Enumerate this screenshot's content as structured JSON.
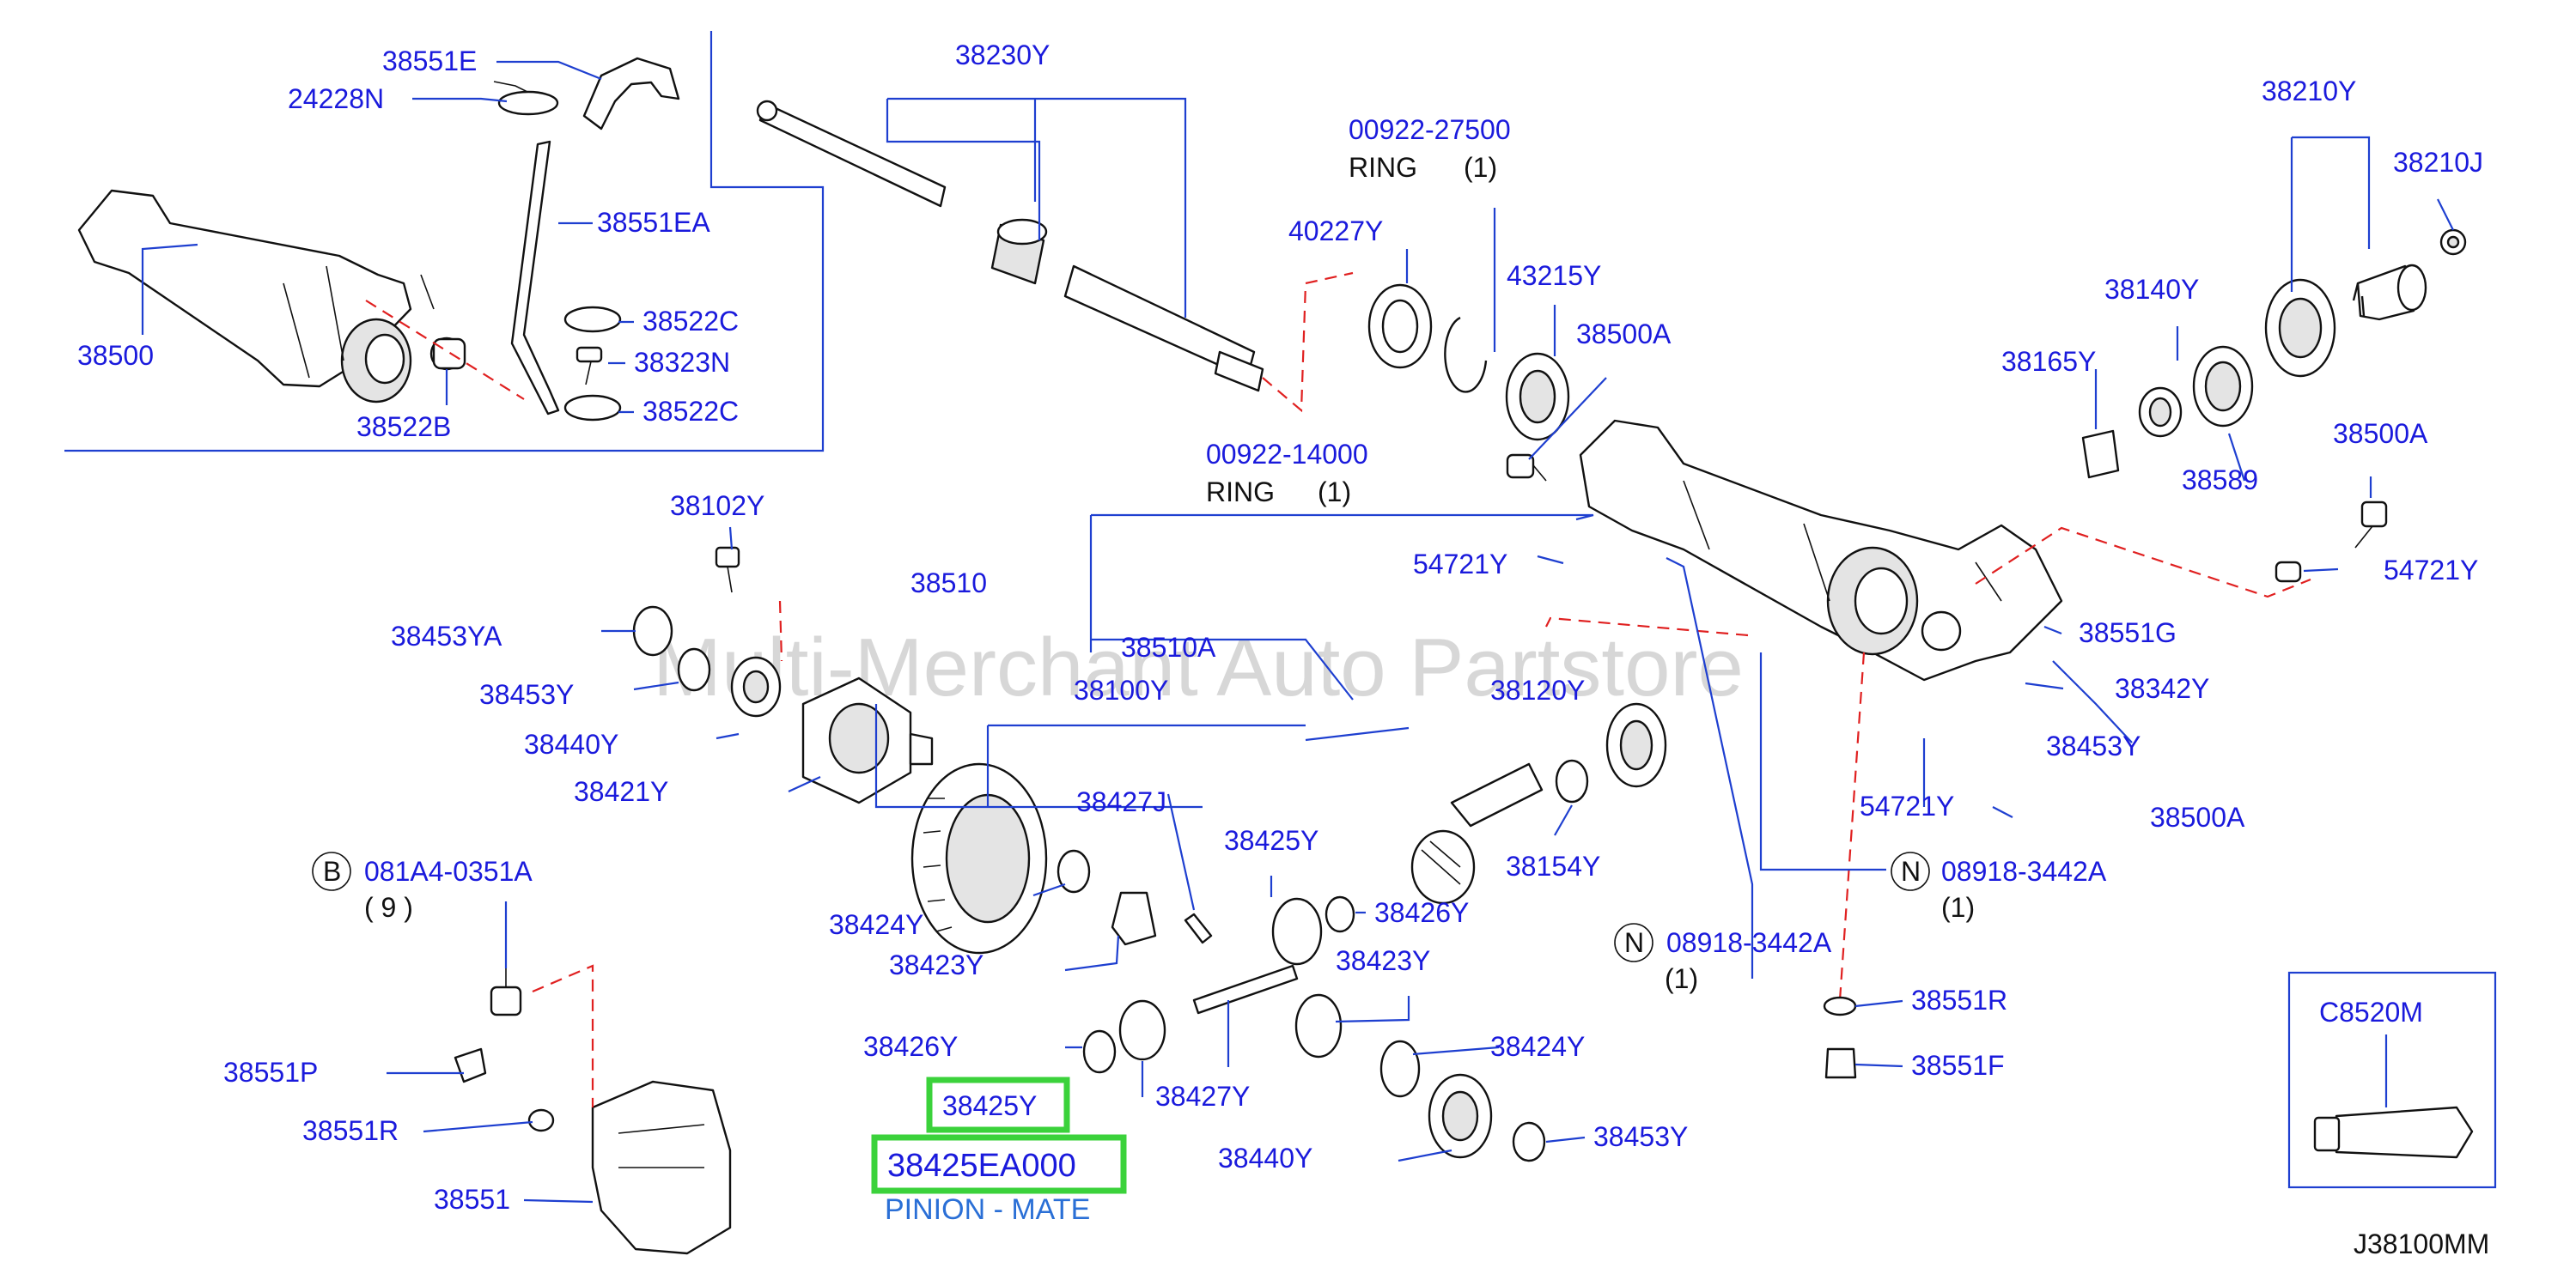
{
  "watermark": "Multi-Merchant Auto Partstore",
  "diagram_code": "J38100MM",
  "highlight": {
    "ref": "38425Y",
    "part_number": "38425EA000",
    "description": "PINION - MATE",
    "color": "#3bd23b"
  },
  "ring_notes": [
    {
      "part": "00922-27500",
      "text": "RING",
      "qty": "(1)"
    },
    {
      "part": "00922-14000",
      "text": "RING",
      "qty": "(1)"
    }
  ],
  "symbol_callouts": [
    {
      "symbol": "B",
      "part": "081A4-0351A",
      "qty": "( 9 )"
    },
    {
      "symbol": "N",
      "part": "08918-3442A",
      "qty": "(1)"
    },
    {
      "symbol": "N",
      "part": "08918-3442A",
      "qty": "(1)"
    }
  ],
  "callouts": [
    "38551E",
    "24228N",
    "38551EA",
    "38500",
    "38522C",
    "38323N",
    "38522C",
    "38522B",
    "38230Y",
    "40227Y",
    "43215Y",
    "38500A",
    "38210Y",
    "38210J",
    "38140Y",
    "38165Y",
    "38589",
    "38500A",
    "54721Y",
    "38102Y",
    "38510",
    "54721Y",
    "38453YA",
    "38510A",
    "38453Y",
    "38100Y",
    "38120Y",
    "38440Y",
    "38421Y",
    "38551G",
    "38342Y",
    "38453Y",
    "54721Y",
    "38500A",
    "38427J",
    "38425Y",
    "38154Y",
    "38426Y",
    "38424Y",
    "38423Y",
    "38423Y",
    "38426Y",
    "38424Y",
    "38427Y",
    "38440Y",
    "38453Y",
    "38551R",
    "38551F",
    "C8520M",
    "38551P",
    "38551R",
    "38551"
  ],
  "colors": {
    "label": "#1a1adc",
    "leader": "#1e3fd0",
    "phantom": "#e02020"
  }
}
